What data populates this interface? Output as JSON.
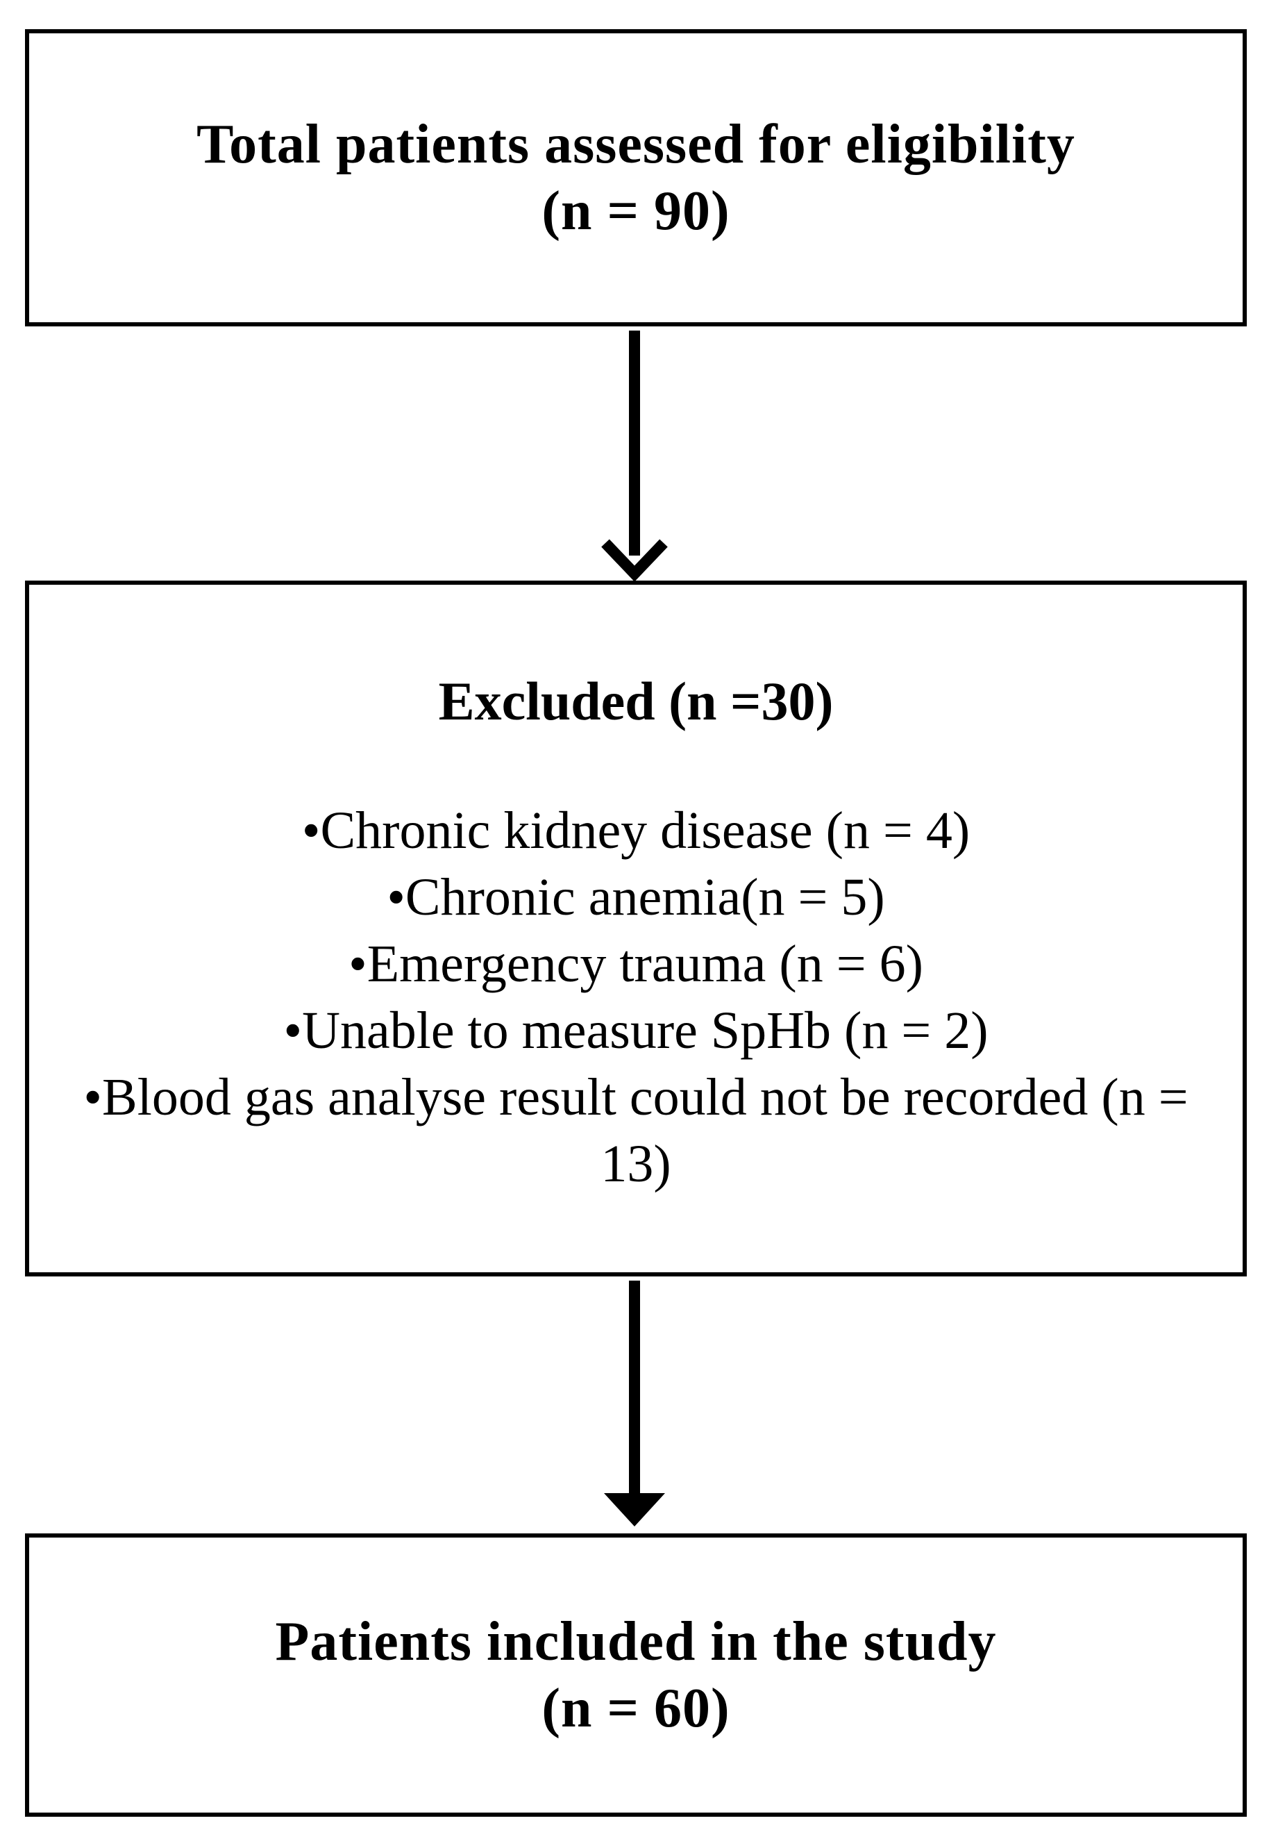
{
  "top_box": {
    "line1": "Total patients assessed for eligibility",
    "line2": "(n = 90)"
  },
  "middle_box": {
    "title": "Excluded (n =30)",
    "items": [
      "Chronic kidney disease (n = 4)",
      "Chronic anemia(n = 5)",
      "Emergency trauma (n = 6)",
      "Unable to measure SpHb (n = 2)",
      "Blood gas analyse result could not be recorded (n = 13)"
    ]
  },
  "bottom_box": {
    "line1": "Patients included in the study",
    "line2": "(n = 60)"
  }
}
